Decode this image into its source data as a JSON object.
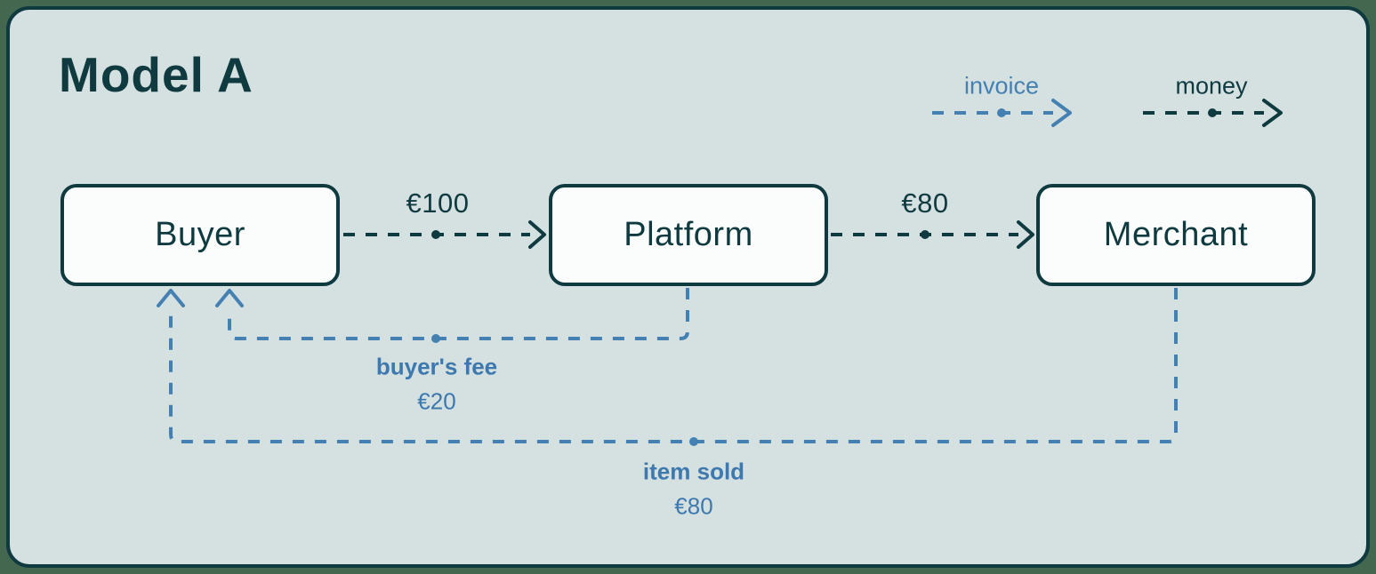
{
  "title": "Model A",
  "legend": {
    "invoice_label": "invoice",
    "money_label": "money"
  },
  "nodes": {
    "buyer": "Buyer",
    "platform": "Platform",
    "merchant": "Merchant"
  },
  "flows": {
    "buyer_to_platform": {
      "type": "money",
      "amount": "€100"
    },
    "platform_to_merchant": {
      "type": "money",
      "amount": "€80"
    },
    "platform_to_buyer": {
      "type": "invoice",
      "label": "buyer's fee",
      "amount": "€20"
    },
    "merchant_to_buyer": {
      "type": "invoice",
      "label": "item sold",
      "amount": "€80"
    }
  },
  "colors": {
    "outer-bg": "#44684f",
    "canvas-bg": "#d5e0e0",
    "ink": "#0f3a40",
    "node-fill": "#fbfdfc",
    "invoice-blue": "#4480b1",
    "invoice-text": "#3d78ae"
  }
}
